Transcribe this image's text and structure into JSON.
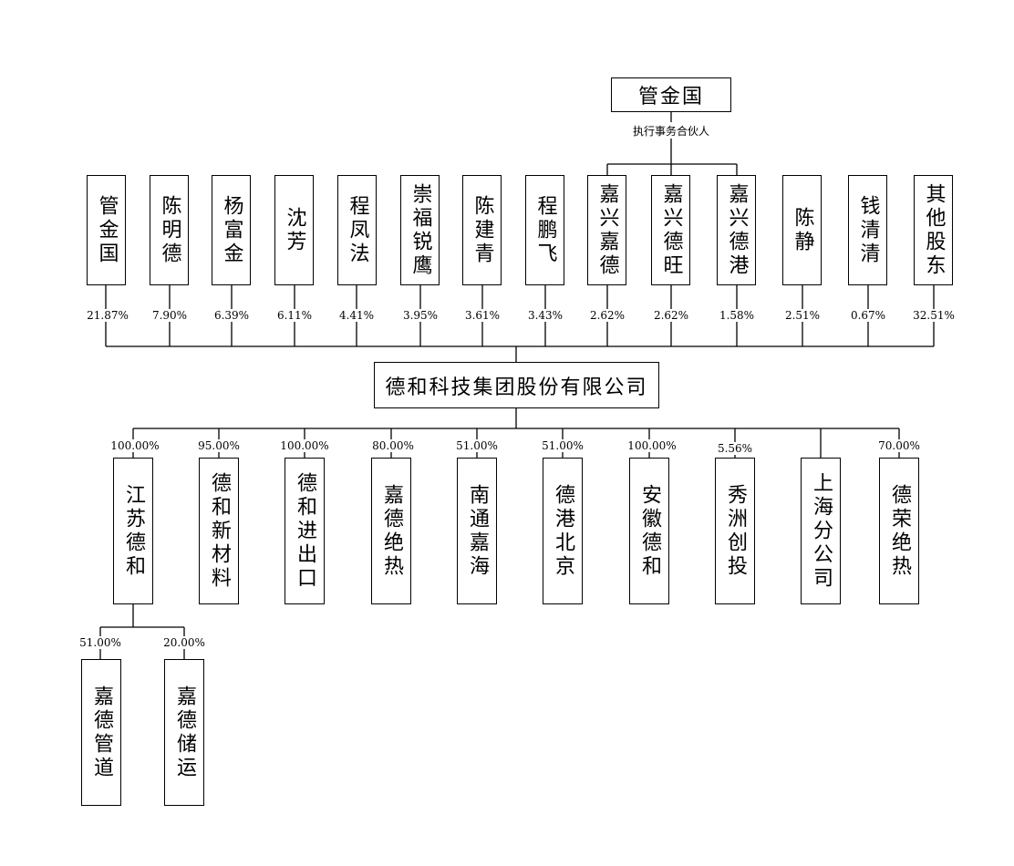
{
  "top": {
    "name": "管金国",
    "role": "执行事务合伙人"
  },
  "center": {
    "name": "德和科技集团股份有限公司"
  },
  "shareholders": [
    {
      "name": "管金国",
      "pct": "21.87%"
    },
    {
      "name": "陈明德",
      "pct": "7.90%"
    },
    {
      "name": "杨富金",
      "pct": "6.39%"
    },
    {
      "name": "沈芳",
      "pct": "6.11%"
    },
    {
      "name": "程凤法",
      "pct": "4.41%"
    },
    {
      "name": "崇福锐鹰",
      "pct": "3.95%"
    },
    {
      "name": "陈建青",
      "pct": "3.61%"
    },
    {
      "name": "程鹏飞",
      "pct": "3.43%"
    },
    {
      "name": "嘉兴嘉德",
      "pct": "2.62%"
    },
    {
      "name": "嘉兴德旺",
      "pct": "2.62%"
    },
    {
      "name": "嘉兴德港",
      "pct": "1.58%"
    },
    {
      "name": "陈静",
      "pct": "2.51%"
    },
    {
      "name": "钱清清",
      "pct": "0.67%"
    },
    {
      "name": "其他股东",
      "pct": "32.51%"
    }
  ],
  "subsidiaries": [
    {
      "name": "江苏德和",
      "pct": "100.00%"
    },
    {
      "name": "德和新材料",
      "pct": "95.00%"
    },
    {
      "name": "德和进出口",
      "pct": "100.00%"
    },
    {
      "name": "嘉德绝热",
      "pct": "80.00%"
    },
    {
      "name": "南通嘉海",
      "pct": "51.00%"
    },
    {
      "name": "德港北京",
      "pct": "51.00%"
    },
    {
      "name": "安徽德和",
      "pct": "100.00%"
    },
    {
      "name": "秀洲创投",
      "pct": "5.56%"
    },
    {
      "name": "上海分公司",
      "pct": ""
    },
    {
      "name": "德荣绝热",
      "pct": "70.00%"
    }
  ],
  "sub_subsidiaries": [
    {
      "name": "嘉德管道",
      "pct": "51.00%"
    },
    {
      "name": "嘉德储运",
      "pct": "20.00%"
    }
  ]
}
